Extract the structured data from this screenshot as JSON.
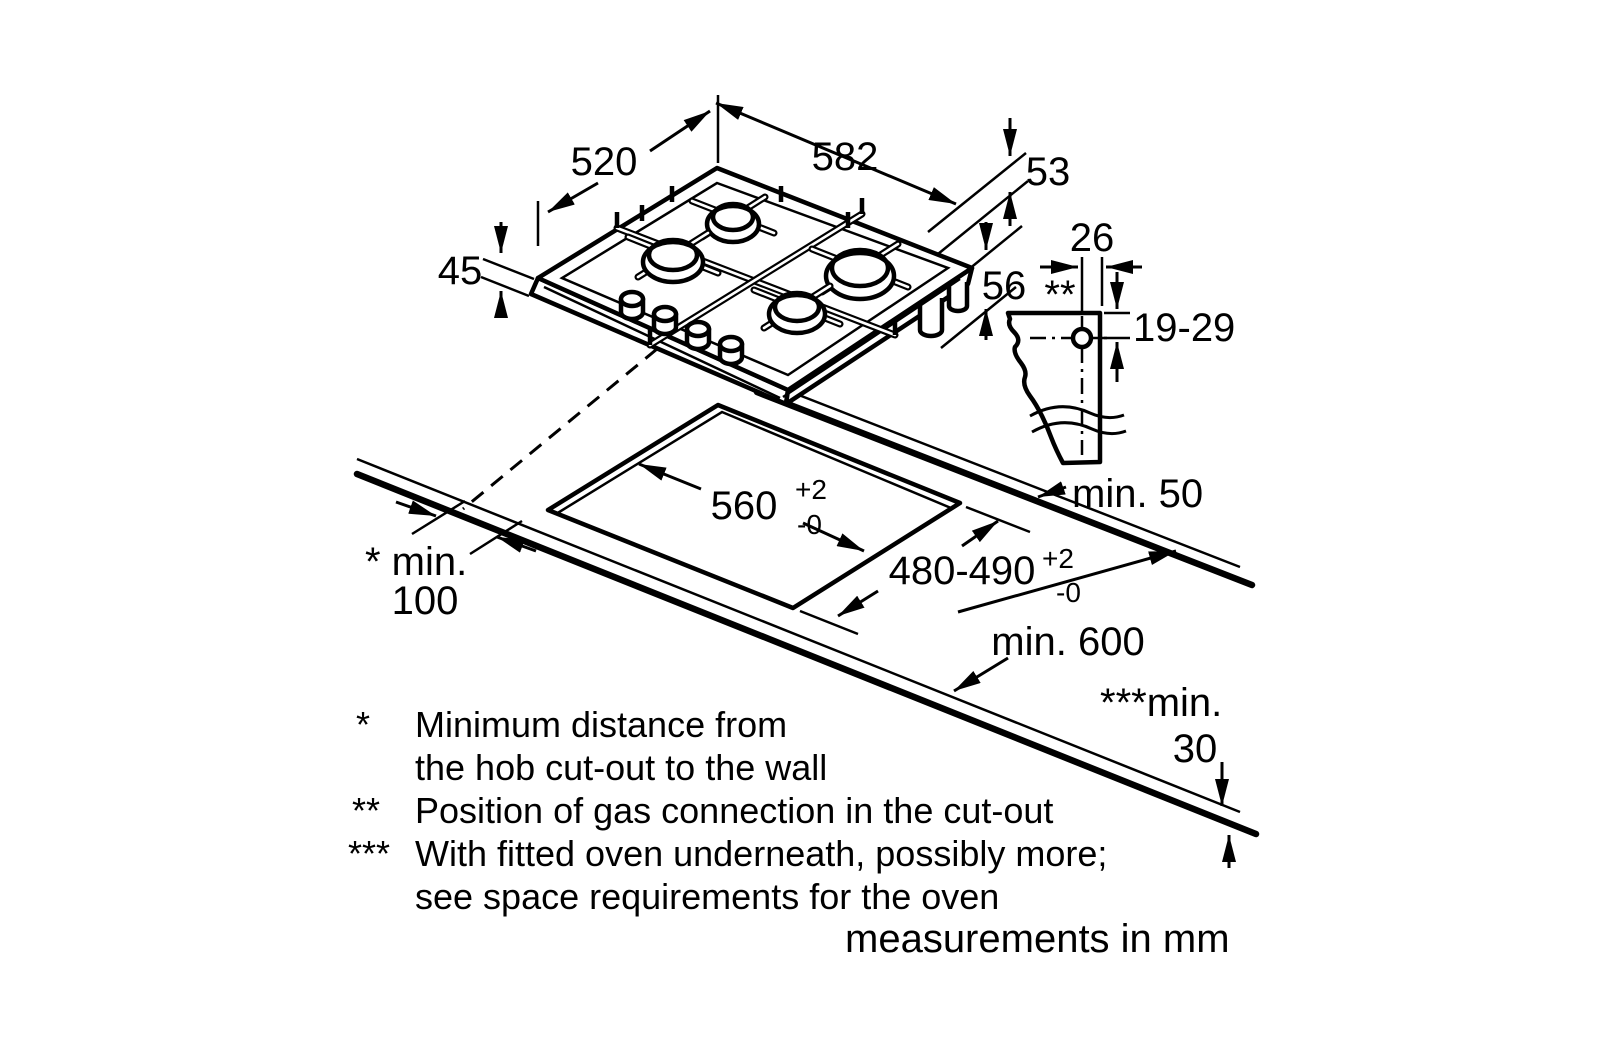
{
  "labels": {
    "hob_depth": "520",
    "hob_width": "582",
    "overall_height": "53",
    "built_in_height": "45",
    "body_depth": "56",
    "gas_offset": "26",
    "gas_position_marker": "**",
    "gas_height_range": "19-29",
    "cutout_width_main": "560",
    "cutout_width_tol_plus": "+2",
    "cutout_width_tol_minus": "-0",
    "cutout_depth_main": "480-490",
    "cutout_depth_tol_plus": "+2",
    "cutout_depth_tol_minus": "-0",
    "min_rear_clearance": "min. 50",
    "min_side_line1": "* min.",
    "min_side_line2": "100",
    "min_worktop_depth": "min. 600",
    "min_front_line1": "***min.",
    "min_front_line2": "30"
  },
  "footnotes": {
    "f1_marker": "*",
    "f1_line1": "Minimum distance from",
    "f1_line2": "the hob cut-out to the wall",
    "f2_marker": "**",
    "f2_line1": "Position of gas connection in the cut-out",
    "f3_marker": "***",
    "f3_line1": "With fitted oven underneath, possibly more;",
    "f3_line2": "see space requirements for the oven"
  },
  "footer": {
    "note": "measurements in mm"
  },
  "colors": {
    "line": "#000000",
    "burner_fill": "#c9ccd1",
    "background": "#ffffff"
  }
}
